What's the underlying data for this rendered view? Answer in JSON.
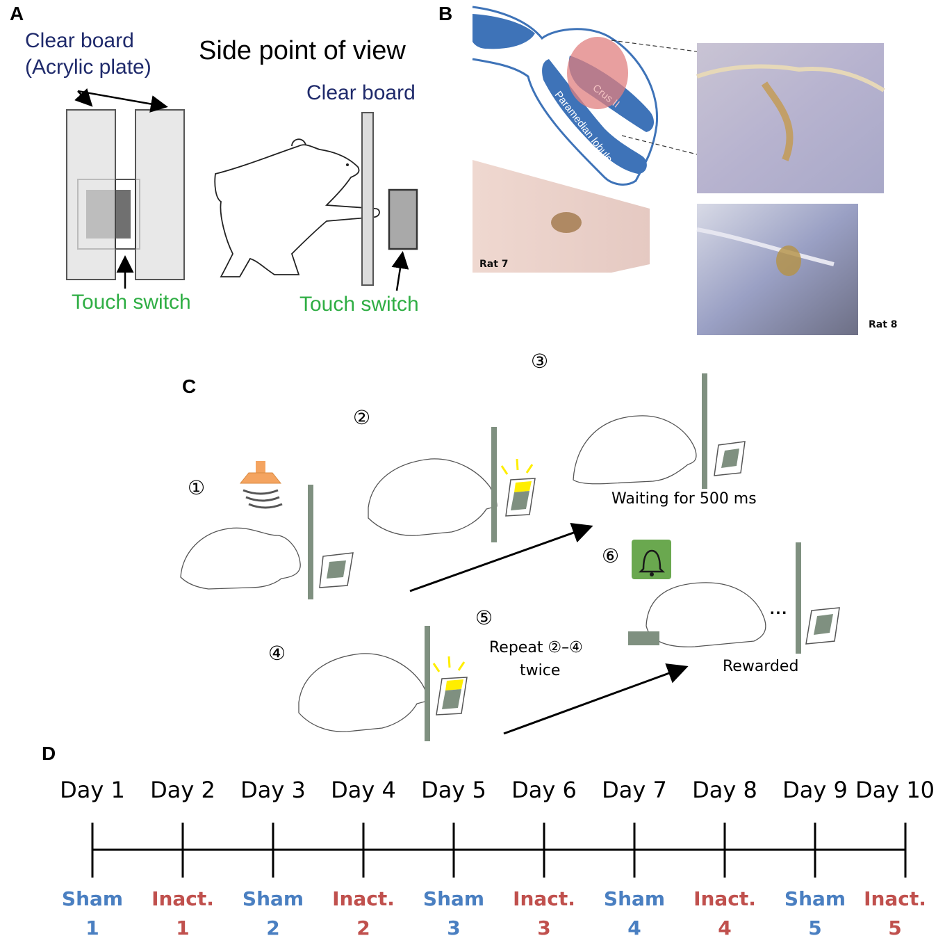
{
  "panels": {
    "a": "A",
    "b": "B",
    "c": "C",
    "d": "D"
  },
  "panel_a": {
    "clear_board_line1": "Clear board",
    "clear_board_line2": "(Acrylic plate)",
    "side_view_title": "Side point of view",
    "clear_board_right": "Clear board",
    "touch_switch_left": "Touch switch",
    "touch_switch_right": "Touch switch"
  },
  "panel_b": {
    "crus_label": "Crus II",
    "paramedian_label": "Paramedian lobule",
    "rat7": "Rat 7",
    "rat8": "Rat 8"
  },
  "panel_c": {
    "step1": "①",
    "step2": "②",
    "step3": "③",
    "step4": "④",
    "step5": "⑤",
    "step6": "⑥",
    "waiting": "Waiting for 500 ms",
    "repeat_line1": "Repeat ②–④",
    "repeat_line2": "twice",
    "rewarded": "Rewarded",
    "dots": "..."
  },
  "panel_d": {
    "days": [
      "Day 1",
      "Day 2",
      "Day 3",
      "Day 4",
      "Day 5",
      "Day 6",
      "Day 7",
      "Day 8",
      "Day 9",
      "Day 10"
    ],
    "conditions": [
      {
        "name": "Sham",
        "num": "1",
        "type": "sham"
      },
      {
        "name": "Inact.",
        "num": "1",
        "type": "inact"
      },
      {
        "name": "Sham",
        "num": "2",
        "type": "sham"
      },
      {
        "name": "Inact.",
        "num": "2",
        "type": "inact"
      },
      {
        "name": "Sham",
        "num": "3",
        "type": "sham"
      },
      {
        "name": "Inact.",
        "num": "3",
        "type": "inact"
      },
      {
        "name": "Sham",
        "num": "4",
        "type": "sham"
      },
      {
        "name": "Inact.",
        "num": "4",
        "type": "inact"
      },
      {
        "name": "Sham",
        "num": "5",
        "type": "sham"
      },
      {
        "name": "Inact.",
        "num": "5",
        "type": "inact"
      }
    ]
  },
  "colors": {
    "navy": "#1f2a6b",
    "green_text": "#2fae44",
    "sham": "#4a7fc1",
    "inact": "#c0504d",
    "cerebellum_blue": "#3e73b8",
    "crus_highlight": "#e07f7f",
    "board_gray": "#7f9080",
    "yellow_light": "#ffee00",
    "speaker_orange": "#f4a460",
    "bell_green": "#6aa84f"
  }
}
